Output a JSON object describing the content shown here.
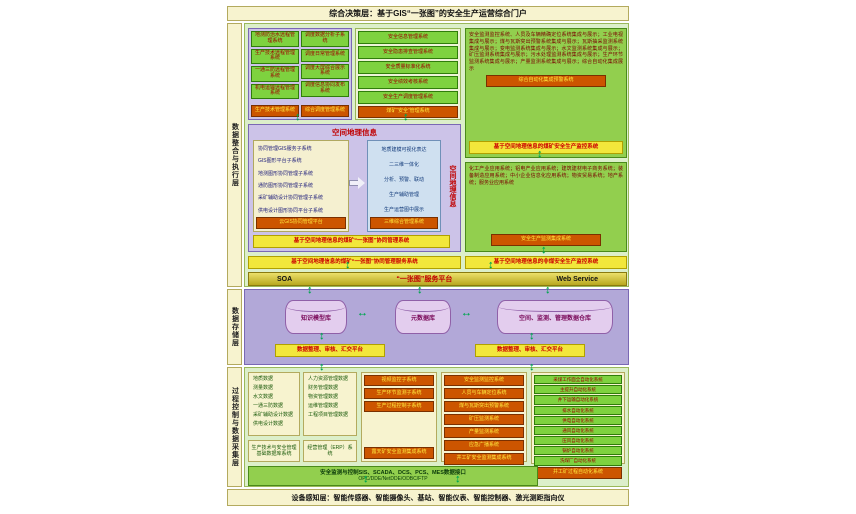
{
  "title_bar": "综合决策层：基于GIS“一张图”的安全生产运营综合门户",
  "layers": {
    "integration": "数据整合与执行层",
    "storage": "数据存储层",
    "process": "过程控制与数据采集层"
  },
  "device_bar": "设备感知层：智能传感器、智能摄像头、基站、智能仪表、智能控制器、激光测距指向仪",
  "icons": {
    "v_arrow": "↕",
    "h_arrow": "↔"
  },
  "colors": {
    "green_box": "#7ed23f",
    "orange_box": "#cc5500",
    "yellow_bar": "#f2e73b",
    "arrow_green": "#00a651",
    "purple_panel": "#ccc3e8",
    "section_green": "#dcefca",
    "section_purple": "#b2a8d8"
  },
  "dispatch_panel": {
    "col1": [
      "地测防治水远程管理系统",
      "生产技术远程管理系统",
      "一通三防远程管理系统",
      "机电运输远程管理系统"
    ],
    "col1_footer": "生产技术管理系统",
    "col2": [
      "调度数据分析子系统",
      "调度日常管理系统",
      "调度大屏综合展示系统",
      "调度信息协同发布系统"
    ],
    "col2_footer": "综合调度管理系统"
  },
  "safety_panel": {
    "items": [
      "安全信息管理系统",
      "安全隐患排查管理系统",
      "安全质量标准化系统",
      "安全绩效考核系统",
      "安全生产调度管理系统"
    ],
    "footer": "煤矿“安全”管理系统"
  },
  "monitor_panel": {
    "text": "安全监测监控系统、人员及车辆精确定位系统集成与展示；工业电视集成与展示；煤与瓦斯突出预警系统集成与展示；瓦斯抽采监测系统集成与展示；变电监测系统集成与展示；水文监测系统集成与展示；矿压监测系统集成与展示；污水处理监测系统集成与展示；生产环节监测系统集成与展示；产量监测系统集成与展示；综合自动化集成展示",
    "footer": "综合自动化集成预警系统",
    "bar": "基于空间地理信息的煤矿安全生产监控系统"
  },
  "gis_panel": {
    "title": "空间地理信息",
    "left_items": [
      "协同管理GIS服务子系统",
      "GIS图形平台子系统",
      "地测图形协同管理子系统",
      "通防图形协同管理子系统",
      "采矿辅助设计协同管理子系统",
      "供电设计图形协同平台子系统"
    ],
    "left_footer": "云GIS协同管理平台",
    "right_items": [
      "地质建模可视化表达",
      "二三维一体化",
      "分析、预警、联动",
      "生产辅助管理",
      "生产运营图中展示"
    ],
    "right_footer": "三维综合管理系统",
    "side_label": "空间地理信息",
    "bottom_bar": "基于空间地理信息的煤矿“一张图”协同管理系统"
  },
  "industry_panel": {
    "text": "化工产业应用系统；铝电产业应用系统；建筑建材电子商务系统；装备制造应用系统；中小企业信息化应用系统；物资贸易系统；地产系统；服务业应用系统",
    "footer": "安全生产监测集成系统"
  },
  "integration_bars": {
    "left": "基于空间地理信息的煤矿“一张图”协同管理服务系统",
    "right": "基于空间地理信息的非煤安全生产监控系统"
  },
  "soa_bar": {
    "left": "SOA",
    "center": "“一张图”服务平台",
    "right": "Web Service"
  },
  "storage": {
    "cylinders": [
      "知识模型库",
      "元数据库",
      "空间、监测、管理数据仓库"
    ],
    "platforms": [
      "数据整理、审核、汇交平台",
      "数据整理、审核、汇交平台"
    ]
  },
  "process": {
    "p1": {
      "items": [
        "地质数据",
        "测量数据",
        "水文数据",
        "一通三防数据",
        "采矿辅助设计数据",
        "供电设计数据"
      ],
      "footer": "生产技术与安全管理基础数据库系统"
    },
    "p2": {
      "items": [
        "人力资源管理数据",
        "财务管理数据",
        "物资管理数据",
        "运维管理数据",
        "工程项目管理数据"
      ],
      "footer": "经营管理（ERP）系统"
    },
    "p3": {
      "items": [
        "视频监控子系统",
        "生产环节监测子系统",
        "生产过程控制子系统"
      ],
      "footer": "露天矿安全监测集成系统"
    },
    "p4": {
      "items": [
        "安全监测监控系统",
        "人员与车辆定位系统",
        "煤与瓦斯突出预警系统",
        "矿压监测系统",
        "产量监测系统",
        "应急广播系统"
      ],
      "footer": "井工矿安全监测集成系统"
    },
    "p5": {
      "items": [
        "采煤工作面全自动化系统",
        "主提升自动化系统",
        "井下运输自动化系统",
        "排水自动化系统",
        "供电自动化系统",
        "通风自动化系统",
        "压风自动化系统",
        "锅炉自动化系统",
        "洗煤厂自动化系统"
      ],
      "footer": "井工矿过程自动化系统"
    },
    "interface_line1": "安全监测与控制SIS、SCADA、DCS、PCS、MES数据接口",
    "interface_line2": "OPC/DDE/NetDDE/ODBC/FTP"
  }
}
